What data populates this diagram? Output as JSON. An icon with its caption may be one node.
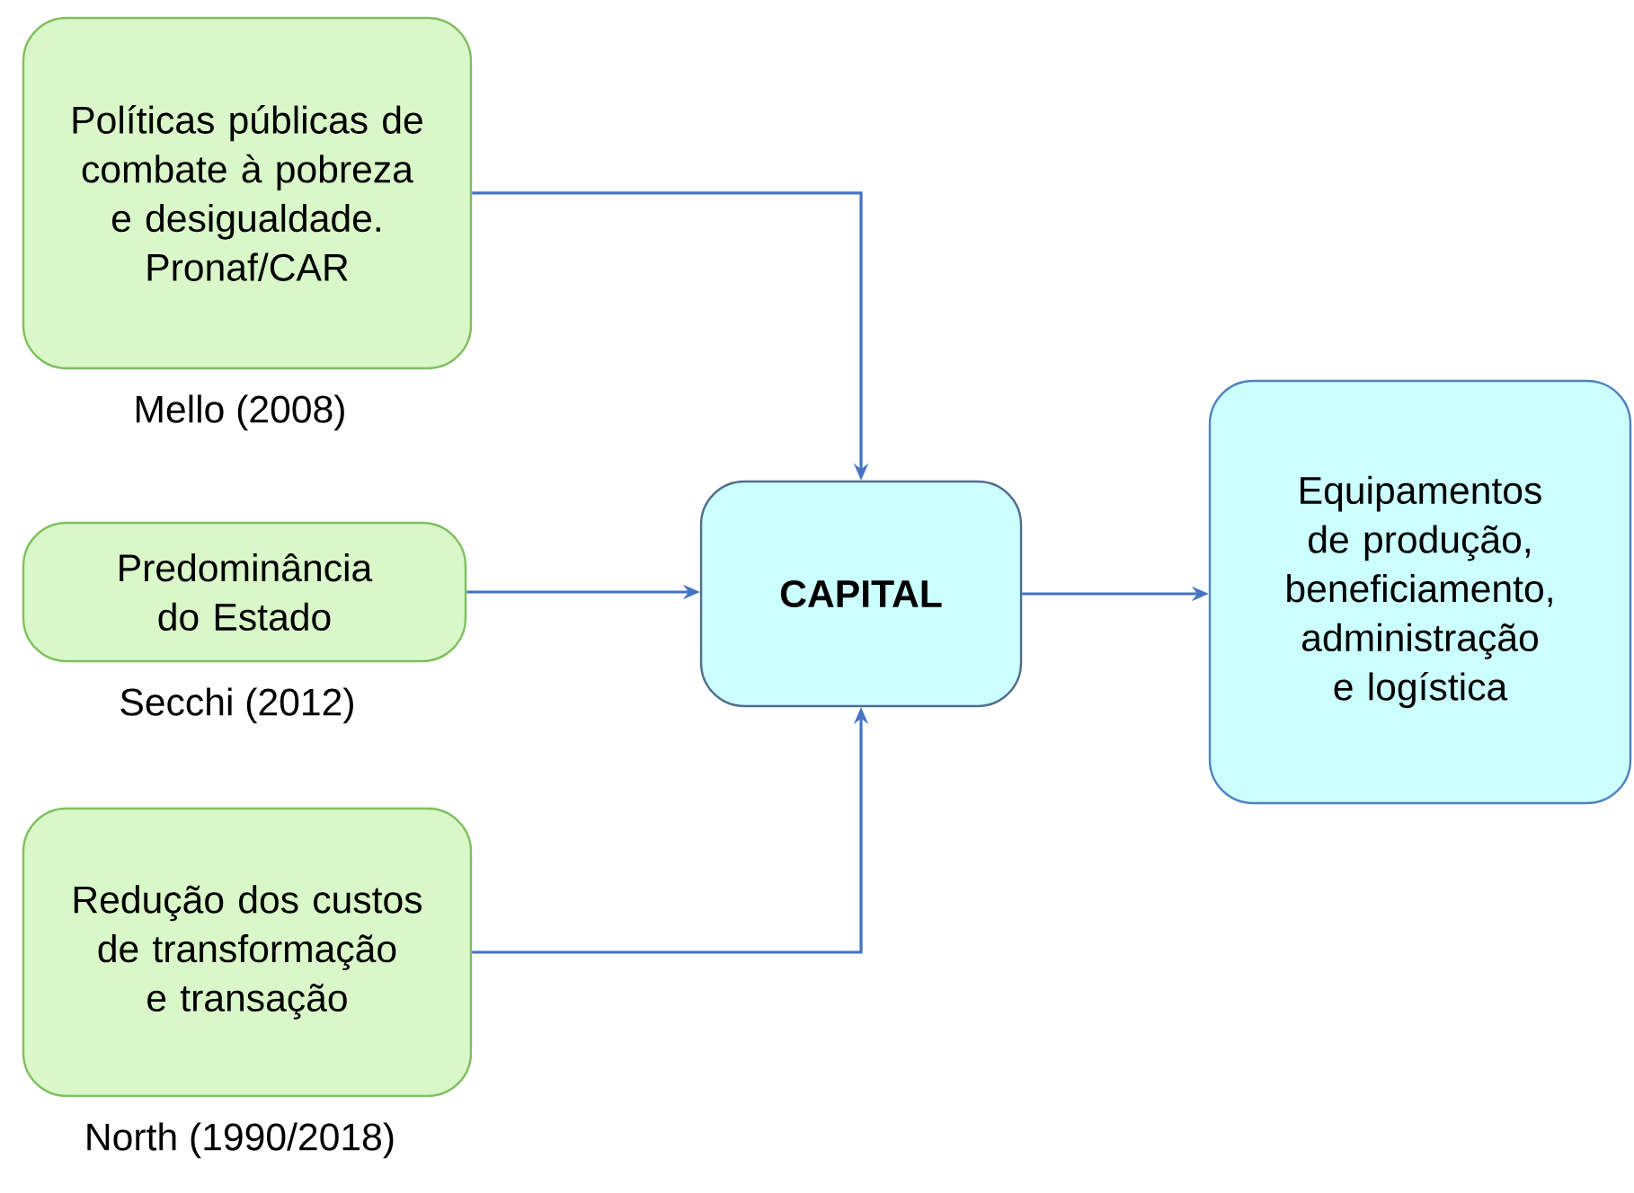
{
  "diagram": {
    "nodes": [
      {
        "text": [
          "Políticas públicas de combate à pobreza e desigualdade. Pronaf/CAR"
        ],
        "beside": [
          "Mello (2008)"
        ]
      },
      {
        "text": [
          "Predominância do Estado"
        ],
        "beside": [
          "Secchi (2012)"
        ]
      },
      {
        "text": [
          "Redução dos custos de transformação e transação"
        ],
        "beside": [
          "North (1990/2018)"
        ]
      },
      {
        "text": [
          "CAPITAL"
        ]
      },
      {
        "text": [
          "Equipamentos de produção, beneficiamento, administração e logística"
        ]
      }
    ],
    "edges": [
      {
        "from": 0,
        "to": 3,
        "arrow": "to"
      },
      {
        "from": 1,
        "to": 3,
        "arrow": "to"
      },
      {
        "from": 2,
        "to": 3,
        "arrow": "to"
      },
      {
        "from": 3,
        "to": 4,
        "arrow": "to"
      }
    ]
  }
}
